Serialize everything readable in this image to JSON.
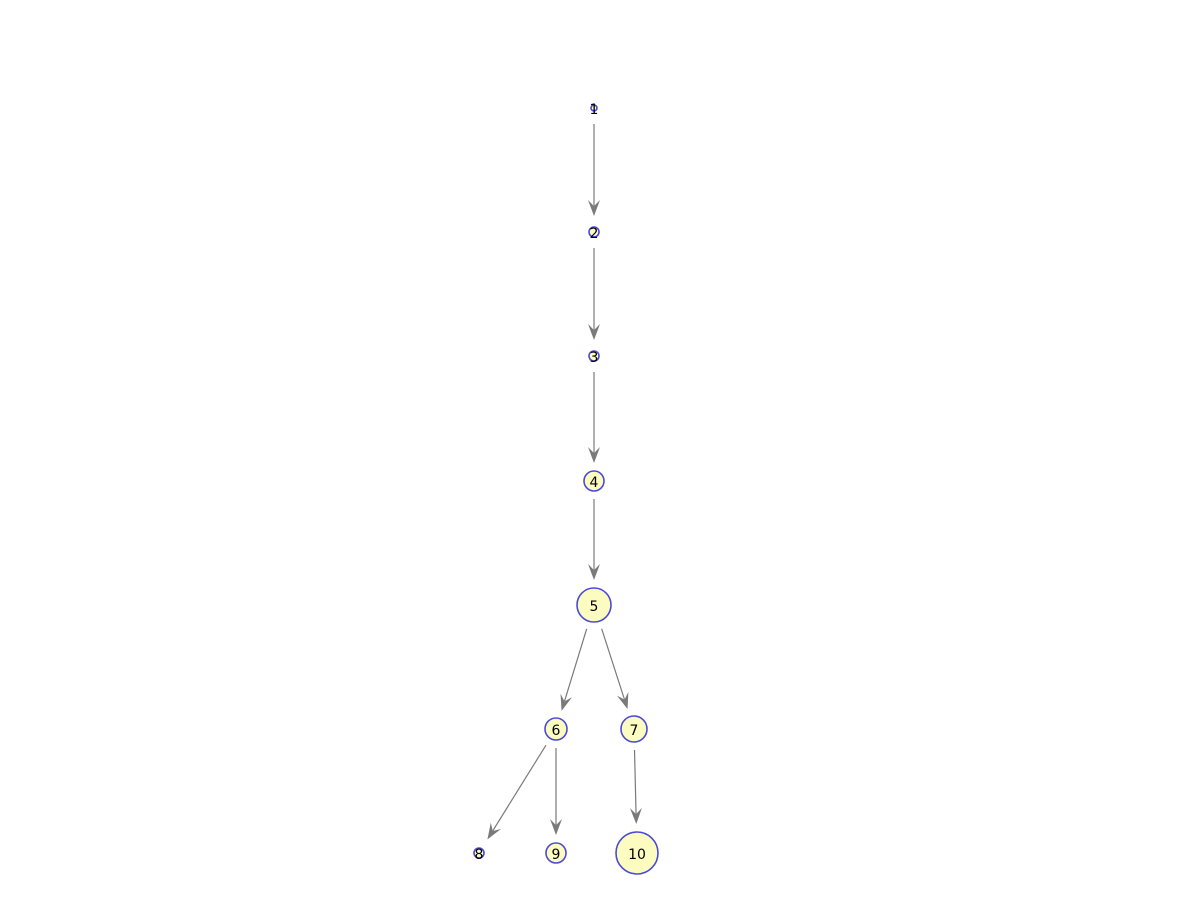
{
  "diagram": {
    "type": "tree",
    "colors": {
      "node_fill": "#fdfcc0",
      "node_stroke": "#4a4ad8",
      "edge": "#7a7a7a",
      "label": "#000000"
    },
    "nodes": [
      {
        "id": "1",
        "label": "1"
      },
      {
        "id": "2",
        "label": "2"
      },
      {
        "id": "3",
        "label": "3"
      },
      {
        "id": "4",
        "label": "4"
      },
      {
        "id": "5",
        "label": "5"
      },
      {
        "id": "6",
        "label": "6"
      },
      {
        "id": "7",
        "label": "7"
      },
      {
        "id": "8",
        "label": "8"
      },
      {
        "id": "9",
        "label": "9"
      },
      {
        "id": "10",
        "label": "10"
      }
    ],
    "edges": [
      {
        "from": "1",
        "to": "2"
      },
      {
        "from": "2",
        "to": "3"
      },
      {
        "from": "3",
        "to": "4"
      },
      {
        "from": "4",
        "to": "5"
      },
      {
        "from": "5",
        "to": "6"
      },
      {
        "from": "5",
        "to": "7"
      },
      {
        "from": "6",
        "to": "8"
      },
      {
        "from": "6",
        "to": "9"
      },
      {
        "from": "7",
        "to": "10"
      }
    ]
  }
}
